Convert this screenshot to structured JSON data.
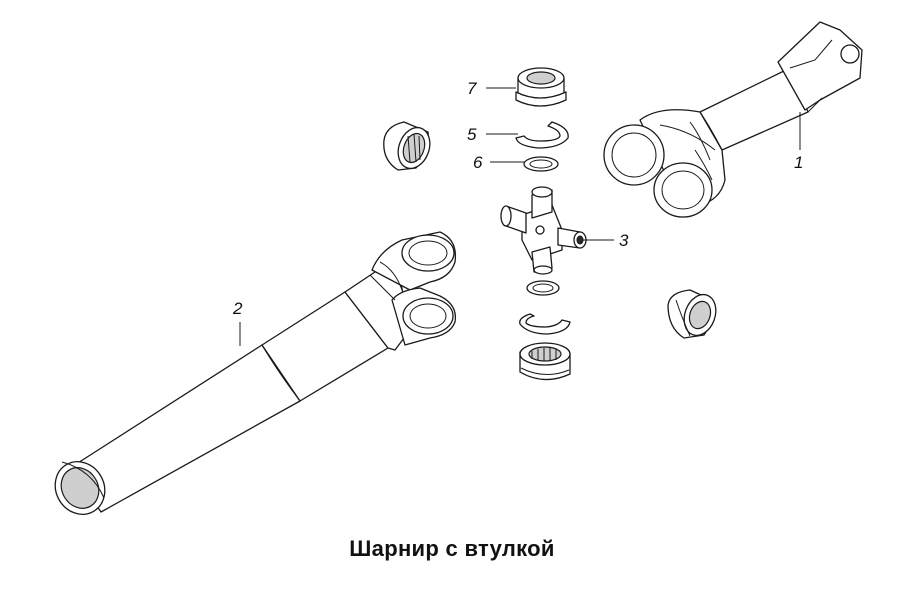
{
  "title": "Шарнир с втулкой",
  "callouts": [
    {
      "id": "c1",
      "label": "1"
    },
    {
      "id": "c2",
      "label": "2"
    },
    {
      "id": "c3",
      "label": "3"
    },
    {
      "id": "c5",
      "label": "5"
    },
    {
      "id": "c6",
      "label": "6"
    },
    {
      "id": "c7",
      "label": "7"
    }
  ]
}
